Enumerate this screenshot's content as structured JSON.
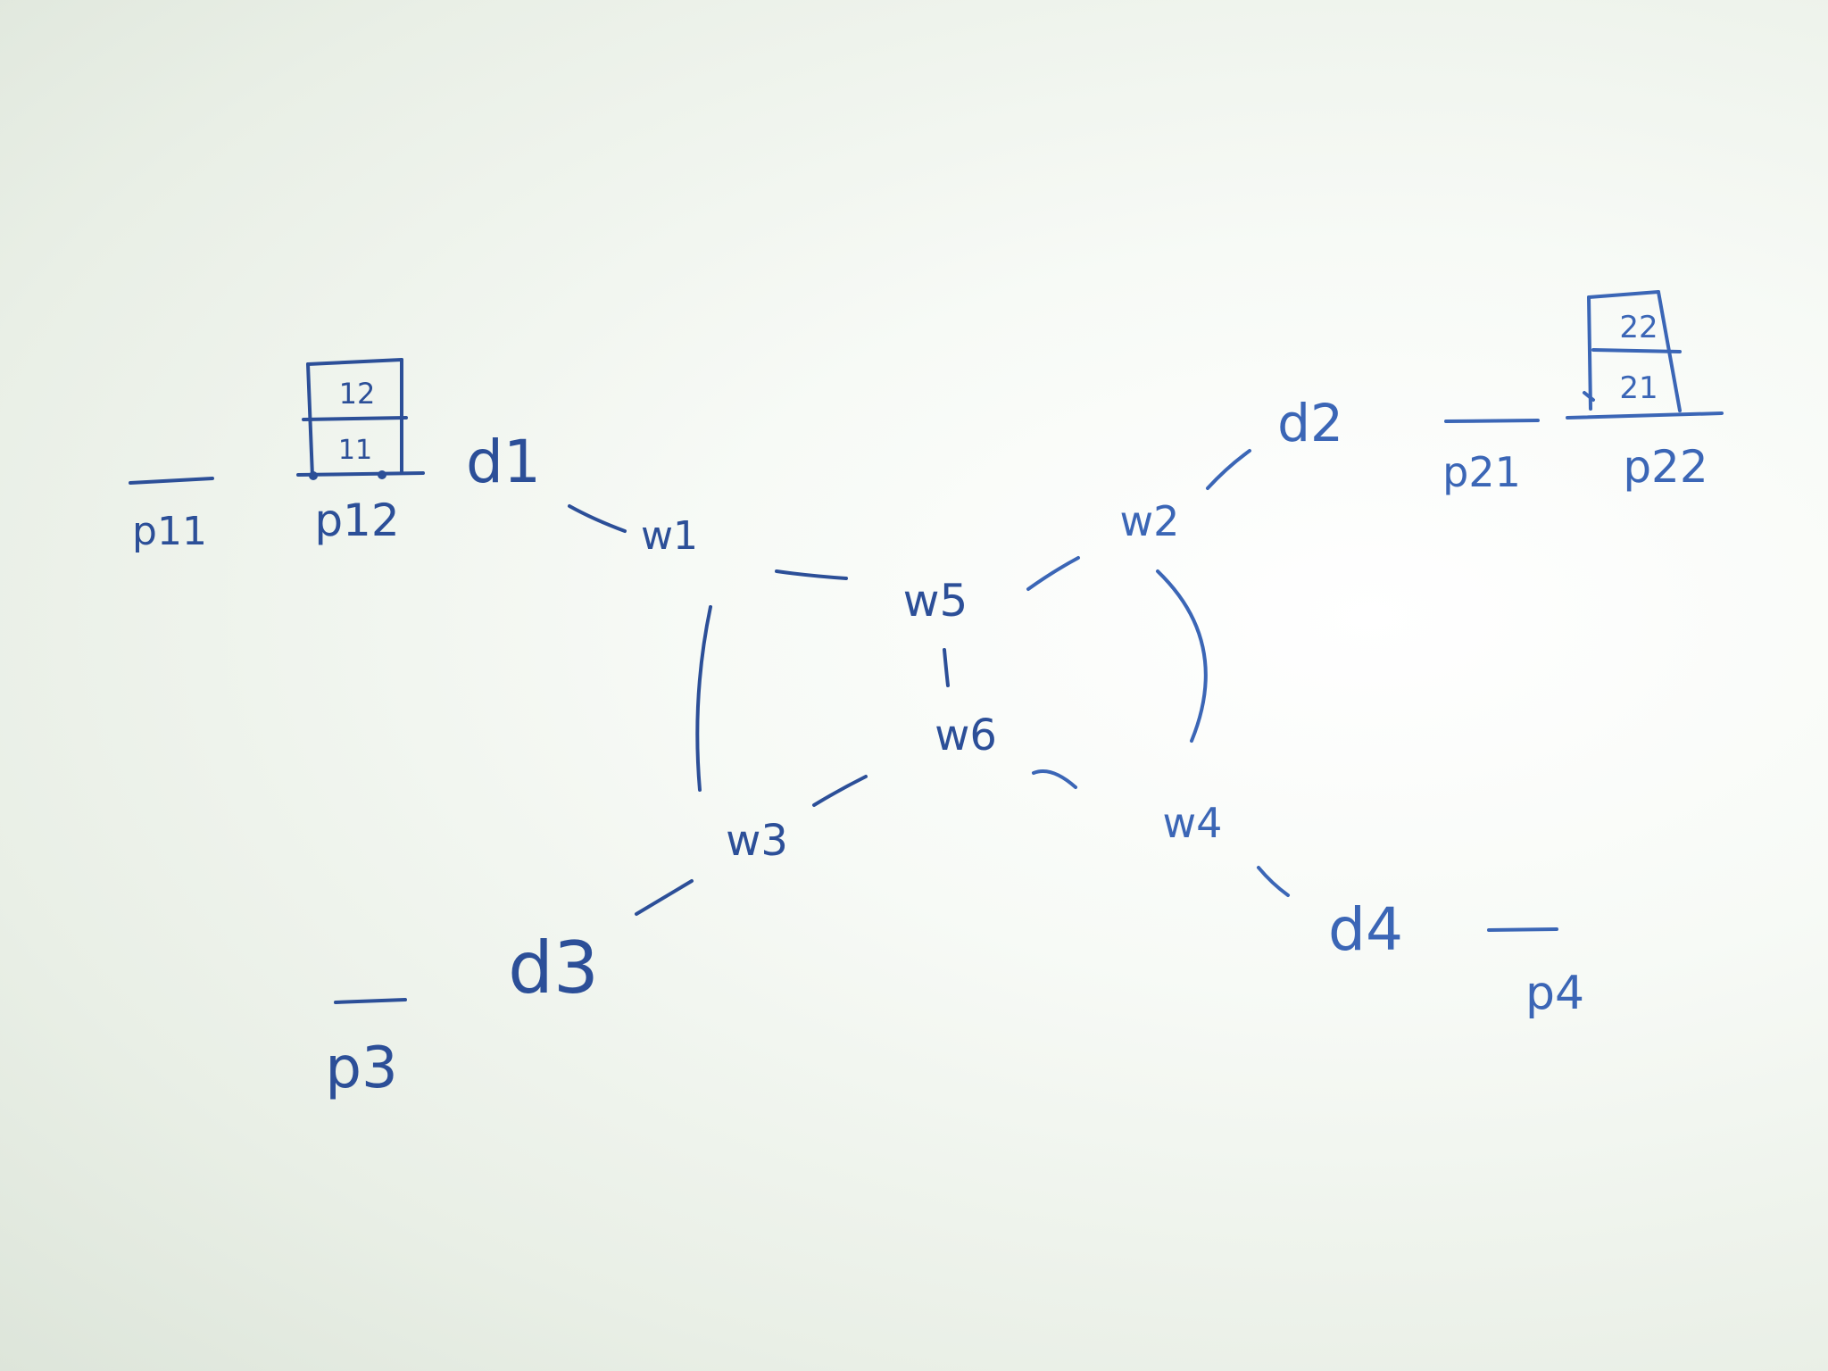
{
  "nodes": {
    "w1": "w1",
    "w2": "w2",
    "w3": "w3",
    "w4": "w4",
    "w5": "w5",
    "w6": "w6"
  },
  "docks": {
    "d1": "d1",
    "d2": "d2",
    "d3": "d3",
    "d4": "d4"
  },
  "platforms": {
    "p11": "p11",
    "p12": "p12",
    "p21": "p21",
    "p22": "p22",
    "p3": "p3",
    "p4": "p4"
  },
  "stacks": {
    "p12_stack": [
      "12",
      "11"
    ],
    "p22_stack": [
      "22",
      "21"
    ]
  },
  "colors": {
    "ink_dark": "#2c4f98",
    "ink_light": "#3b66b6",
    "paper": "#f7faf6"
  }
}
